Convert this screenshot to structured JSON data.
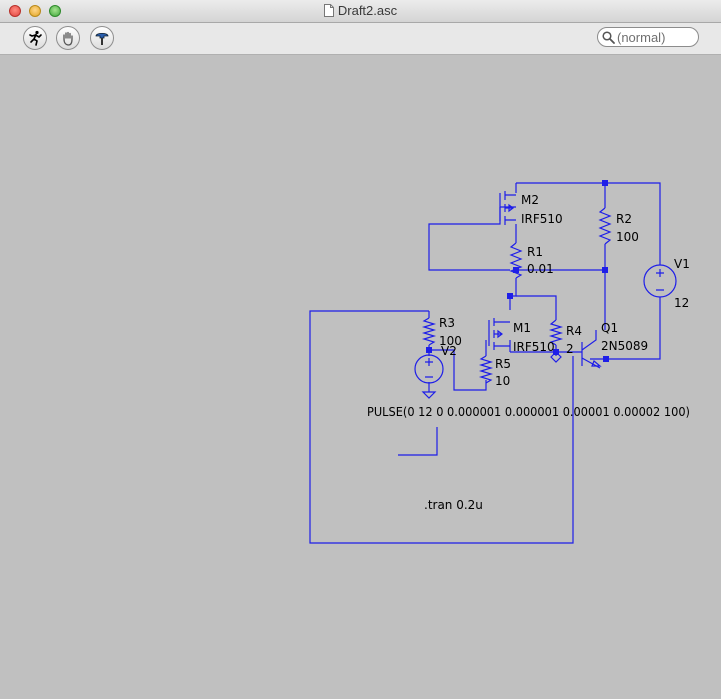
{
  "window": {
    "title": "Draft2.asc",
    "icons": {
      "close": "close-light",
      "minimize": "minimize-light",
      "maximize": "maximize-light",
      "document": "document-icon"
    }
  },
  "toolbar": {
    "buttons": [
      {
        "name": "run",
        "icon": "running-man-icon"
      },
      {
        "name": "pan",
        "icon": "hand-icon"
      },
      {
        "name": "probe",
        "icon": "probe-icon"
      }
    ],
    "search_value": "(normal)",
    "search_icon": "magnifier-icon"
  },
  "schematic": {
    "wire_color": "#1e1ee8",
    "components": {
      "m2": {
        "ref": "M2",
        "value": "IRF510"
      },
      "r2": {
        "ref": "R2",
        "value": "100"
      },
      "r1": {
        "ref": "R1",
        "value": "0.01"
      },
      "v1": {
        "ref": "V1",
        "value": "12"
      },
      "m1": {
        "ref": "M1",
        "value": "IRF510"
      },
      "r3": {
        "ref": "R3",
        "value": "100"
      },
      "v2": {
        "ref": "V2",
        "value": ""
      },
      "r4": {
        "ref": "R4",
        "value": "2"
      },
      "q1": {
        "ref": "Q1",
        "value": "2N5089"
      },
      "r5": {
        "ref": "R5",
        "value": "10"
      }
    },
    "pulse_text": "PULSE(0 12 0 0.000001 0.000001 0.00001 0.00002 100)",
    "directive": ".tran 0.2u"
  }
}
